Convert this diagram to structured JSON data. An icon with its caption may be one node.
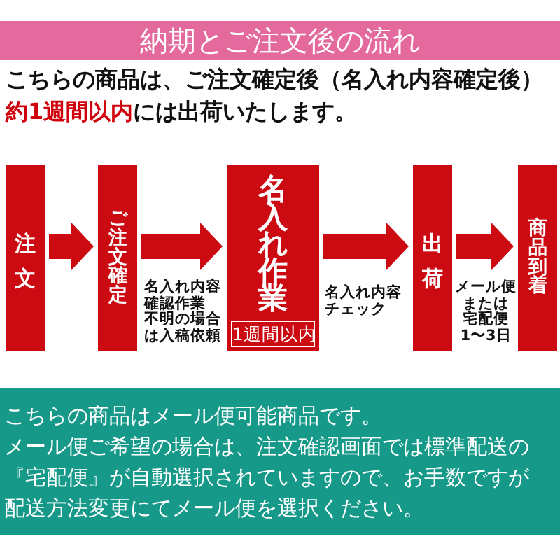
{
  "diagram": {
    "title": "納期とご注文後の流れ",
    "nodes": [
      {
        "text": [
          "注文"
        ]
      },
      {
        "text": [
          "ご注文確定"
        ]
      },
      {
        "text": [
          "名入れ作業",
          "1週間以内"
        ]
      },
      {
        "text": [
          "出荷"
        ]
      },
      {
        "text": [
          "商品到着"
        ]
      },
      {
        "text": [
          "こちらの商品はメール便可能商品です。",
          "メール便ご希望の場合は、注文確認画面では標準配送の『宅配便』が自動選択されていますので、お手数ですが配送方法変更にてメール便を選択ください。"
        ]
      }
    ],
    "edges": [
      {
        "from": 0,
        "to": 1,
        "arrow": "to"
      },
      {
        "from": 1,
        "to": 2,
        "arrow": "to",
        "label": "名入れ内容確認作業不明の場合は入稿依頼"
      },
      {
        "from": 2,
        "to": 3,
        "arrow": "to",
        "label": "名入れ内容チェック"
      },
      {
        "from": 3,
        "to": 4,
        "arrow": "to",
        "label": "メール便または宅配便1〜3日"
      }
    ],
    "labels": [
      "こちらの商品は、ご注文確定後（名入れ内容確定後）**約1週間以内**には出荷いたします。"
    ]
  }
}
